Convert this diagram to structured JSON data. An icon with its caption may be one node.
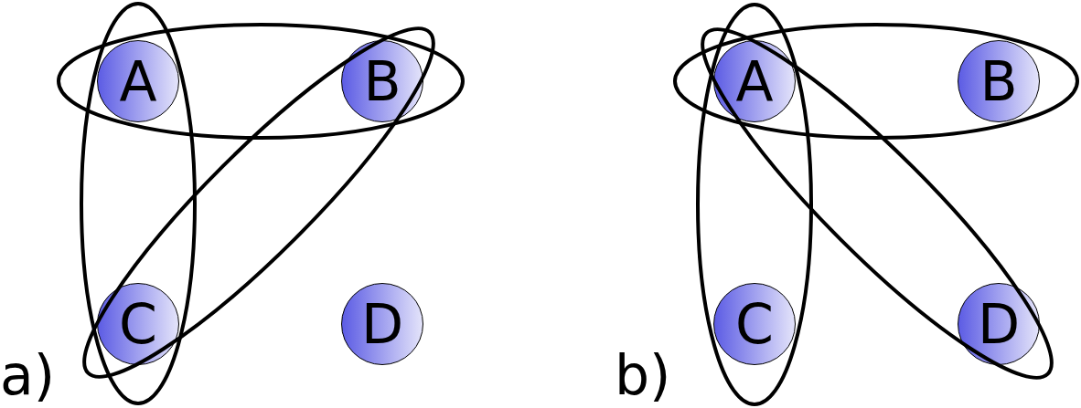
{
  "diagram": {
    "nodes": [
      {
        "text": [
          "A"
        ]
      },
      {
        "text": [
          "B"
        ]
      },
      {
        "text": [
          "C"
        ]
      },
      {
        "text": [
          "D"
        ]
      },
      {
        "text": [
          "A"
        ]
      },
      {
        "text": [
          "B"
        ]
      },
      {
        "text": [
          "C"
        ]
      },
      {
        "text": [
          "D"
        ]
      }
    ],
    "labels": [
      "a)",
      "b)"
    ]
  }
}
